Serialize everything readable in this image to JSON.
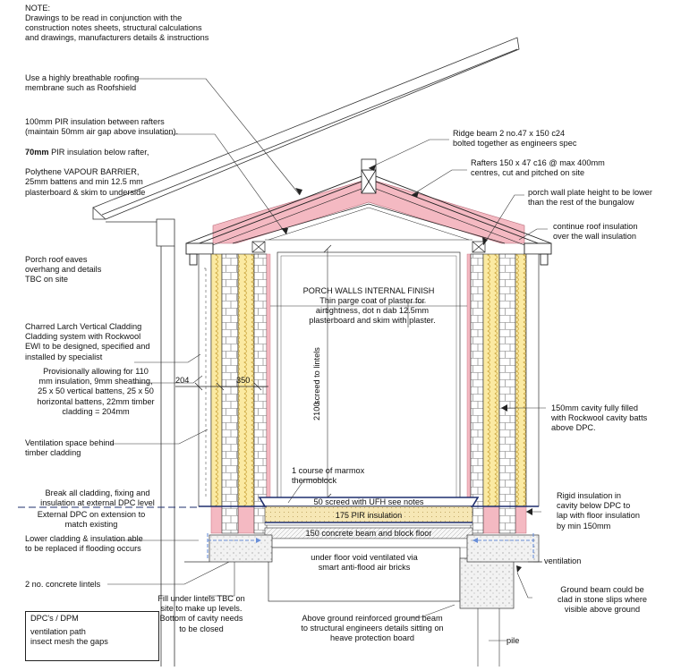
{
  "note": {
    "title": "NOTE:",
    "body": "Drawings to be read in conjunction with the\nconstruction notes sheets, structural calculations\nand drawings, manufacturers details & instructions"
  },
  "labels": {
    "membrane": "Use a highly breathable roofing\nmembrane such as Roofshield",
    "pir_line1": "100mm PIR insulation between rafters\n(maintain 50mm air gap above insulation).",
    "pir_bold": "70mm",
    "pir_line2": " PIR insulation below rafter,",
    "pir_line3": "Polythene VAPOUR BARRIER,\n 25mm battens and min 12.5 mm\nplasterboard & skim to underside",
    "ridge_beam": "Ridge beam 2 no.47 x 150 c24\nbolted together as engineers spec",
    "rafters": "Rafters 150 x 47 c16 @ max 400mm\ncentres, cut and pitched on site",
    "wall_plate": "porch wall plate height to be lower\nthan the rest of the bungalow",
    "continue_roof": "continue roof insulation\nover the wall insulation",
    "eaves": "Porch roof eaves\noverhang and details\nTBC on site",
    "internal_finish_title": "PORCH WALLS INTERNAL FINISH",
    "internal_finish_body": "Thin parge coat of plaster for\nairtightness, dot n dab 12.5mm\nplasterboard and skim with plaster.",
    "cladding": "Charred Larch Vertical Cladding\nCladding system with Rockwool\nEWI to be designed, specified and\ninstalled by specialist",
    "provisional": "Provisionally allowing for 110\nmm insulation, 9mm sheathing,\n25 x 50 vertical battens, 25 x 50\nhorizontal battens, 22mm timber\ncladding  = 204mm",
    "dim_204": "204",
    "dim_350": "350",
    "dim_2100": "2100",
    "screed_lintels": "screed to lintels",
    "cavity": "150mm cavity fully filled\nwith Rockwool cavity batts\nabove DPC.",
    "ventilation_space": "Ventilation space behind\ntimber cladding",
    "marmox": "1 course of marmox\nthermoblock",
    "break_cladding": "Break all cladding, fixing and\ninsulation at external DPC level",
    "external_dpc": "External DPC on extension to\nmatch existing",
    "screed": "50 screed with UFH see notes",
    "pir_175": "175 PIR insulation",
    "concrete_floor": "150 concrete beam and block floor",
    "rigid_insulation": "Rigid insulation in\ncavity below DPC to\nlap with floor insulation\nby min 150mm",
    "lower_cladding": "Lower cladding & insulation able\nto be replaced if flooding occurs",
    "underfloor": "under floor void ventilated via\nsmart anti-flood air bricks",
    "ventilation": "ventilation",
    "lintels": "2 no. concrete lintels",
    "ground_beam_clad": "Ground beam could be\nclad in stone slips where\nvisible above ground",
    "fill_lintels": "Fill under lintels TBC on\nsite to make up levels.\nBottom of cavity needs\nto be closed",
    "ground_beam": "Above ground reinforced ground beam\nto structural engineers details sitting on\nheave protection board",
    "pile": "pile"
  },
  "legend": {
    "dpc": "DPC's  / DPM",
    "vent": "ventilation path\ninsect mesh the gaps"
  },
  "colors": {
    "roof_insulation": "#f4b9c2",
    "wall_insulation": "#fbeaa2",
    "floor_insulation": "#f6e7b5",
    "dpc_line": "#1f2f6e",
    "vent_line": "#6a8fd8"
  }
}
